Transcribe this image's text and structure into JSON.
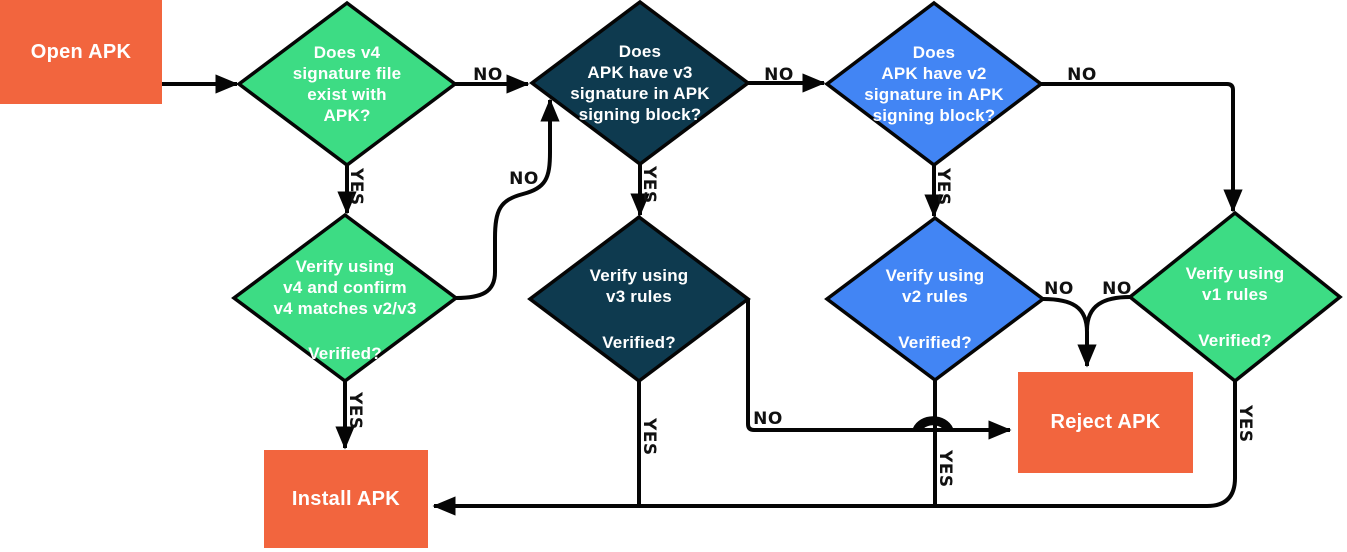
{
  "palette": {
    "green": "#3DDC84",
    "navy": "#0E3A4F",
    "blue": "#4285F4",
    "orange": "#F2653E",
    "line": "#050505",
    "label": "#111111",
    "bg": "#FFFFFF"
  },
  "nodes": {
    "open_apk": {
      "label": "Open APK"
    },
    "v4_exists": {
      "label": "Does v4\nsignature file\nexist with\nAPK?"
    },
    "v3_signature": {
      "label": "Does\nAPK have v3\nsignature in APK\nsigning block?"
    },
    "v2_signature": {
      "label": "Does\nAPK have v2\nsignature in APK\nsigning block?"
    },
    "v4_verify": {
      "label": "Verify using\nv4 and confirm\nv4 matches v2/v3",
      "question": "Verified?"
    },
    "v3_verify": {
      "label": "Verify using\nv3 rules",
      "question": "Verified?"
    },
    "v2_verify": {
      "label": "Verify using\nv2 rules",
      "question": "Verified?"
    },
    "v1_verify": {
      "label": "Verify using\nv1 rules",
      "question": "Verified?"
    },
    "reject_apk": {
      "label": "Reject APK"
    },
    "install_apk": {
      "label": "Install APK"
    }
  },
  "edge_labels": {
    "yes": "YES",
    "no": "NO"
  }
}
